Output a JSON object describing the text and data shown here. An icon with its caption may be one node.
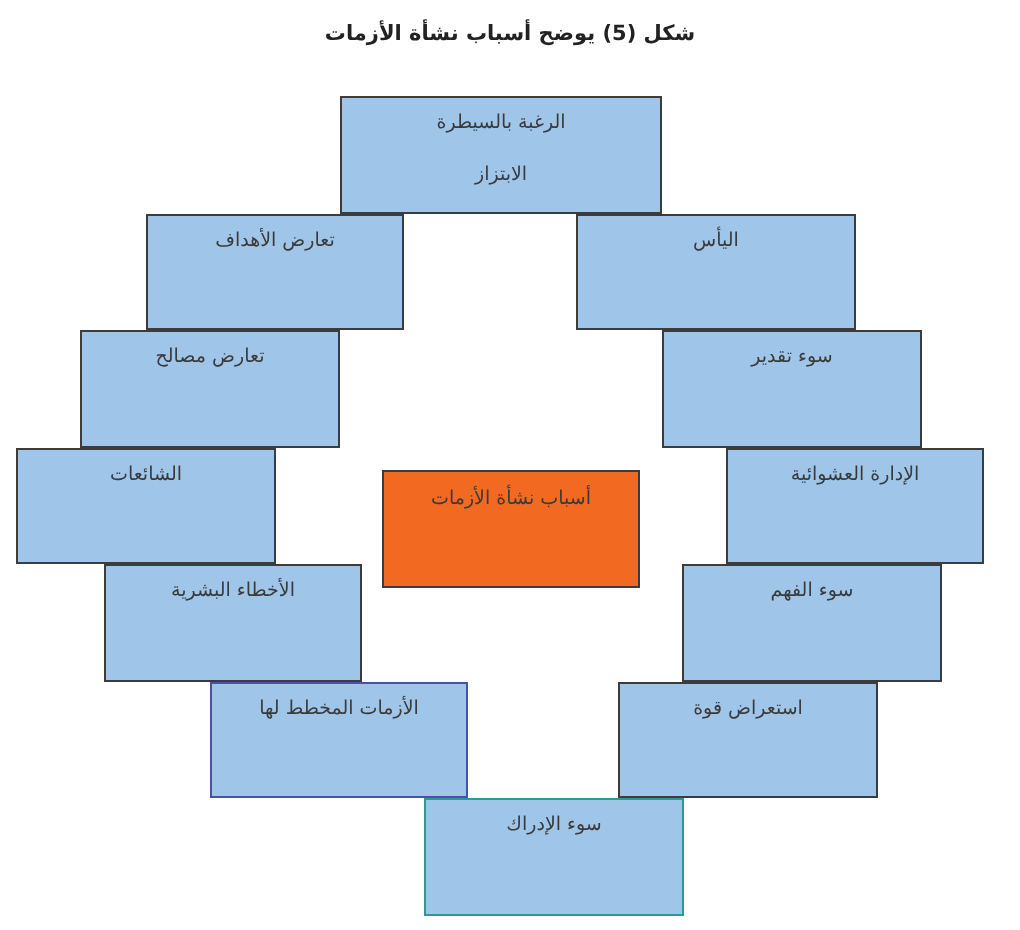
{
  "diagram": {
    "title": "شكل (5) يوضح أسباب نشأة الأزمات",
    "nodes": [
      {
        "text": [
          "الرغبة بالسيطرة",
          "الابتزاز"
        ]
      },
      {
        "text": [
          "اليأس"
        ]
      },
      {
        "text": [
          "تعارض الأهداف"
        ]
      },
      {
        "text": [
          "سوء تقدير"
        ]
      },
      {
        "text": [
          "تعارض مصالح"
        ]
      },
      {
        "text": [
          "الإدارة العشوائية"
        ]
      },
      {
        "text": [
          "أسباب نشأة الأزمات"
        ]
      },
      {
        "text": [
          "الشائعات"
        ]
      },
      {
        "text": [
          "سوء الفهم"
        ]
      },
      {
        "text": [
          "الأخطاء البشرية"
        ]
      },
      {
        "text": [
          "استعراض قوة"
        ]
      },
      {
        "text": [
          "الأزمات المخطط لها"
        ]
      },
      {
        "text": [
          "سوء الإدراك"
        ]
      }
    ]
  }
}
